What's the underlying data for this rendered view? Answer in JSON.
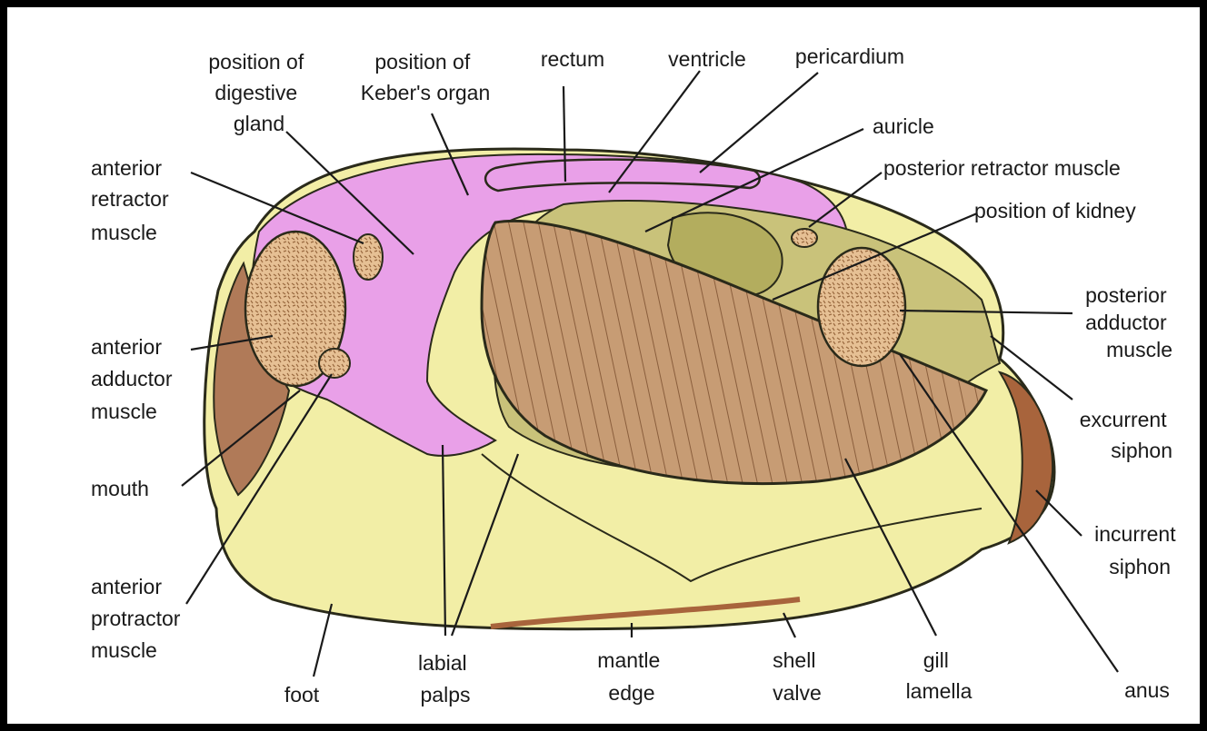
{
  "diagram": {
    "colors": {
      "body_outline": "#2a2a1a",
      "visceral_pink": "#e9a0e8",
      "foot_yellow": "#f2eea6",
      "mantle_olive": "#c9c27a",
      "gill_brown": "#b8906a",
      "muscle_tan": "#e2b98a",
      "siphon_brown": "#a8643c"
    },
    "labels": {
      "digestive_gland": [
        "position of",
        "digestive",
        "gland"
      ],
      "kebers_organ": [
        "position of",
        "Keber's organ"
      ],
      "rectum": [
        "rectum"
      ],
      "ventricle": [
        "ventricle"
      ],
      "pericardium": [
        "pericardium"
      ],
      "auricle": [
        "auricle"
      ],
      "posterior_retractor": [
        "posterior retractor muscle"
      ],
      "kidney": [
        "position of kidney"
      ],
      "anterior_retractor": [
        "anterior",
        "retractor",
        "muscle"
      ],
      "anterior_adductor": [
        "anterior",
        "adductor",
        "muscle"
      ],
      "posterior_adductor": [
        "posterior",
        "adductor",
        "muscle"
      ],
      "mouth": [
        "mouth"
      ],
      "excurrent_siphon": [
        "excurrent",
        "siphon"
      ],
      "incurrent_siphon": [
        "incurrent",
        "siphon"
      ],
      "anterior_protractor": [
        "anterior",
        "protractor",
        "muscle"
      ],
      "foot": [
        "foot"
      ],
      "labial_palps": [
        "labial",
        "palps"
      ],
      "mantle_edge": [
        "mantle",
        "edge"
      ],
      "shell_valve": [
        "shell",
        "valve"
      ],
      "gill_lamella": [
        "gill",
        "lamella"
      ],
      "anus": [
        "anus"
      ]
    }
  }
}
